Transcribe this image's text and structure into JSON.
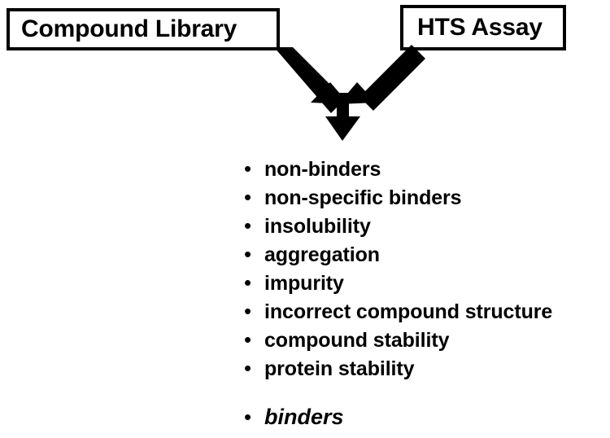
{
  "diagram": {
    "title": "HTS screening outcome flow",
    "background_color": "#ffffff",
    "stroke_color": "#000000",
    "sources": [
      {
        "id": "compound-library",
        "label": "Compound Library"
      },
      {
        "id": "hts-assay",
        "label": "HTS Assay"
      }
    ],
    "arrows": {
      "left_arrow_name": "arrow-from-compound-library",
      "right_arrow_name": "arrow-from-hts-assay",
      "merged_arrow_name": "arrow-merged-down"
    },
    "outcomes": {
      "bullet_glyph": "•",
      "items": [
        {
          "label": "non-binders"
        },
        {
          "label": "non-specific binders"
        },
        {
          "label": "insolubility"
        },
        {
          "label": "aggregation"
        },
        {
          "label": "impurity"
        },
        {
          "label": "incorrect compound structure"
        },
        {
          "label": "compound stability"
        },
        {
          "label": "protein stability"
        }
      ],
      "highlight": {
        "label": "binders",
        "style": "bold-italic"
      }
    }
  }
}
